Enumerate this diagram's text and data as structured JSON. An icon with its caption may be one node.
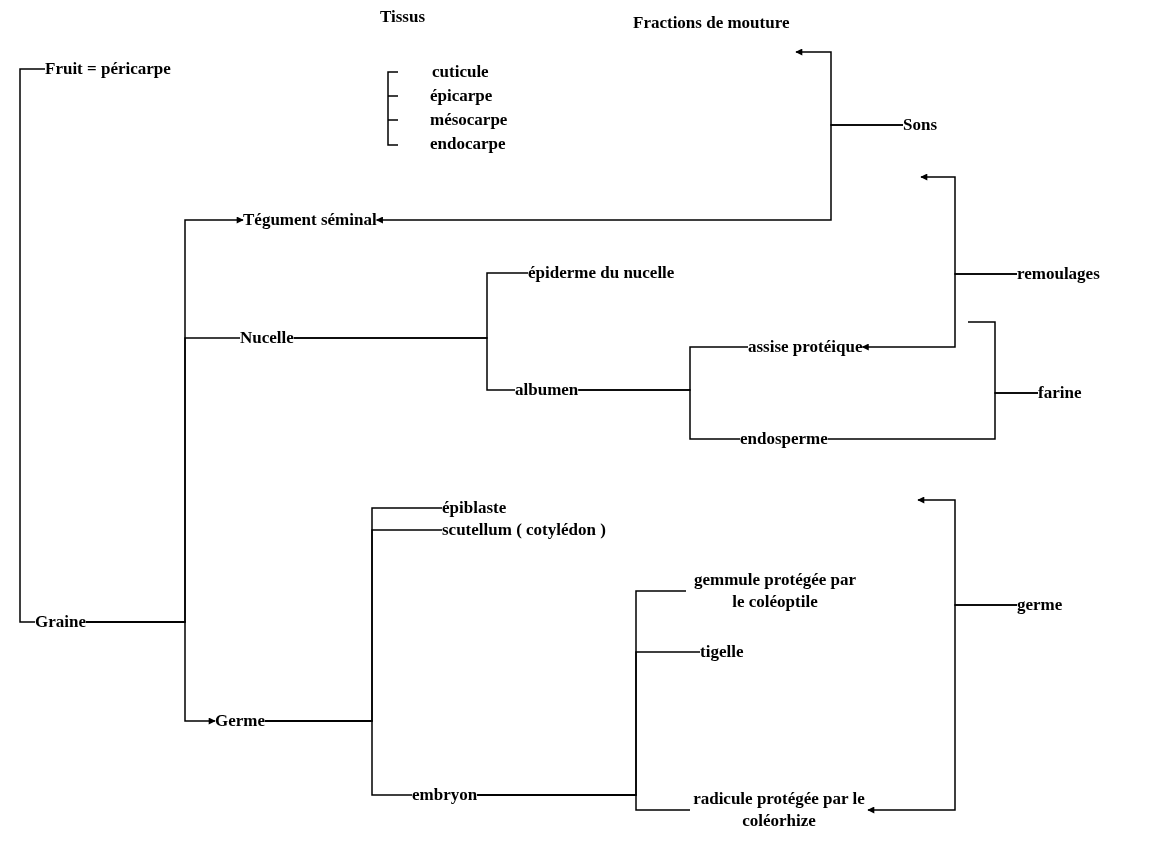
{
  "diagram": {
    "nodes": [
      {
        "text": [
          "Fruit = péricarpe"
        ]
      },
      {
        "text": [
          "cuticule"
        ]
      },
      {
        "text": [
          "épicarpe"
        ]
      },
      {
        "text": [
          "mésocarpe"
        ]
      },
      {
        "text": [
          "endocarpe"
        ]
      },
      {
        "text": [
          "Graine"
        ]
      },
      {
        "text": [
          "Tégument séminal"
        ]
      },
      {
        "text": [
          "Nucelle"
        ]
      },
      {
        "text": [
          "épiderme du nucelle"
        ]
      },
      {
        "text": [
          "albumen"
        ]
      },
      {
        "text": [
          "assise protéique"
        ]
      },
      {
        "text": [
          "endosperme"
        ]
      },
      {
        "text": [
          "Germe"
        ]
      },
      {
        "text": [
          "épiblaste"
        ]
      },
      {
        "text": [
          "scutellum ( cotylédon )"
        ]
      },
      {
        "text": [
          "embryon"
        ]
      },
      {
        "text": [
          "gemmule protégée par le coléoptile"
        ]
      },
      {
        "text": [
          "tigelle"
        ]
      },
      {
        "text": [
          "radicule protégée par le coléorhize"
        ]
      },
      {
        "text": [
          "Sons"
        ]
      },
      {
        "text": [
          "remoulages"
        ]
      },
      {
        "text": [
          "farine"
        ]
      },
      {
        "text": [
          "germe"
        ]
      }
    ],
    "edges": [
      {
        "from": 0,
        "to": 5,
        "arrow": "none"
      },
      {
        "from": 5,
        "to": 6,
        "arrow": "to"
      },
      {
        "from": 5,
        "to": 7,
        "arrow": "none"
      },
      {
        "from": 5,
        "to": 12,
        "arrow": "to"
      },
      {
        "from": 7,
        "to": 8,
        "arrow": "none"
      },
      {
        "from": 7,
        "to": 9,
        "arrow": "none"
      },
      {
        "from": 9,
        "to": 10,
        "arrow": "none"
      },
      {
        "from": 9,
        "to": 11,
        "arrow": "none"
      },
      {
        "from": 12,
        "to": 13,
        "arrow": "none"
      },
      {
        "from": 12,
        "to": 14,
        "arrow": "none"
      },
      {
        "from": 12,
        "to": 15,
        "arrow": "none"
      },
      {
        "from": 15,
        "to": 16,
        "arrow": "none"
      },
      {
        "from": 15,
        "to": 17,
        "arrow": "none"
      },
      {
        "from": 15,
        "to": 18,
        "arrow": "none"
      },
      {
        "from": 19,
        "to": null,
        "arrow": "to"
      },
      {
        "from": 19,
        "to": 6,
        "arrow": "to"
      },
      {
        "from": 20,
        "to": null,
        "arrow": "to"
      },
      {
        "from": 20,
        "to": 10,
        "arrow": "to"
      },
      {
        "from": 21,
        "to": null,
        "arrow": "none"
      },
      {
        "from": 21,
        "to": 11,
        "arrow": "none"
      },
      {
        "from": 22,
        "to": null,
        "arrow": "to"
      },
      {
        "from": 22,
        "to": 18,
        "arrow": "to"
      }
    ],
    "labels": [
      "Tissus",
      "Fractions de mouture"
    ]
  }
}
